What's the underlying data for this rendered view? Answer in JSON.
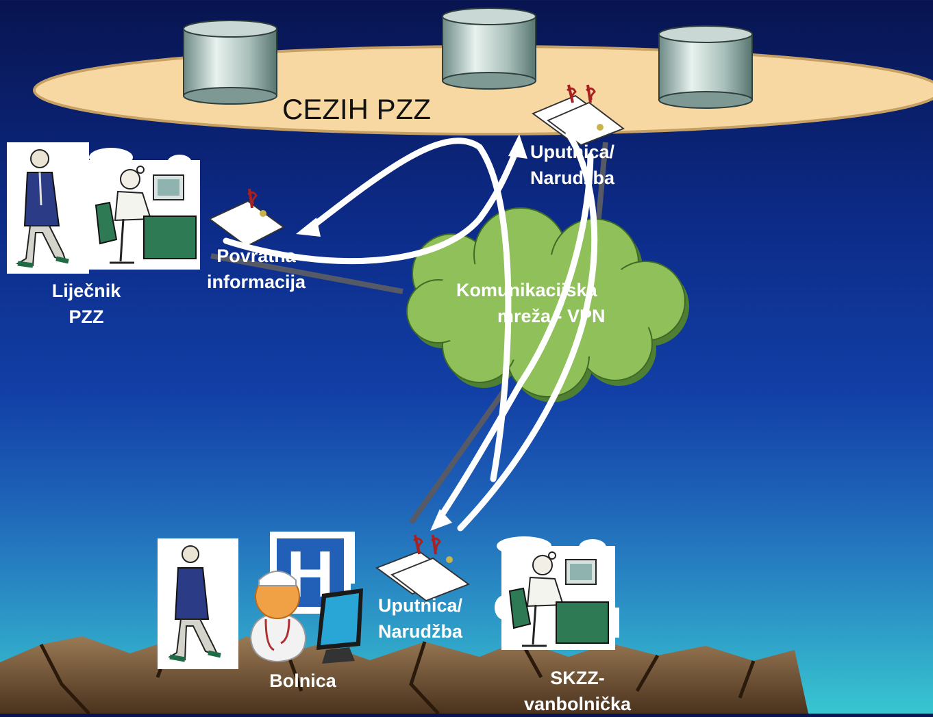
{
  "cezih": {
    "title": "CEZIH PZZ"
  },
  "cloud": {
    "line1": "Komunikacijska",
    "line2": "mreža - VPN"
  },
  "top_doc": {
    "line1": "Uputnica/",
    "line2": "Narudžba"
  },
  "left_doc": {
    "line1": "Povratna",
    "line2": "informacija"
  },
  "bottom_doc": {
    "line1": "Uputnica/",
    "line2": "Narudžba"
  },
  "gp": {
    "line1": "Liječnik",
    "line2": "PZZ"
  },
  "hospital": {
    "label": "Bolnica",
    "sign_letter": "H"
  },
  "skzz": {
    "line1": "SKZZ-",
    "line2": "vanbolnička"
  },
  "colors": {
    "cloud": "#8fc05a",
    "ellipse": "#f8d8a2",
    "arrows": "#ffffff"
  }
}
